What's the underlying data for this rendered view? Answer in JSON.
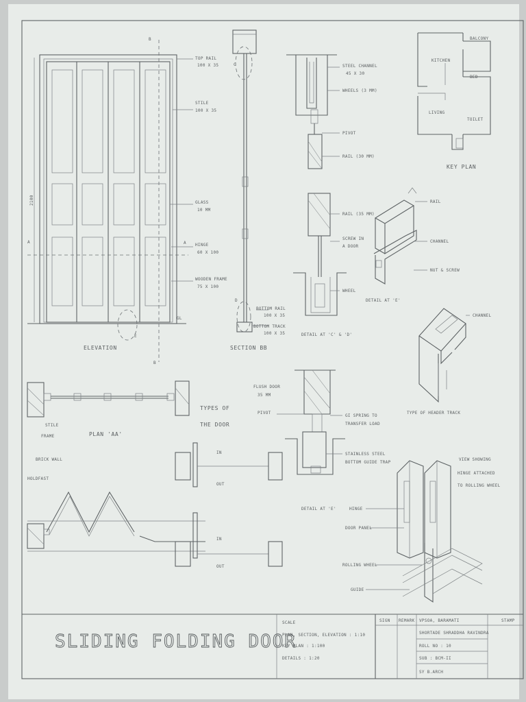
{
  "sheet": {
    "title": "SLIDING FOLDING DOOR",
    "scale": {
      "heading": "SCALE",
      "lines": [
        "PLAN, SECTION, ELEVATION : 1:10",
        "KEY PLAN : 1:100",
        "DETAILS : 1:20"
      ]
    },
    "titleblock": {
      "sign": "SIGN",
      "remark": "REMARK",
      "college": "VPSOA, BARAMATI",
      "stamp": "STAMP",
      "student": "SHORTADE SHRADDHA RAVINDRA",
      "roll": "ROLL NO : 10",
      "subject": "SUB : BCM-II",
      "class": "SY B.ARCH"
    }
  },
  "elevation": {
    "caption": "ELEVATION",
    "height_dim": "2100",
    "gl": "GL",
    "markers": {
      "b_top": "B",
      "b_bottom": "B",
      "a_left": "A",
      "a_right": "A",
      "e": "E"
    },
    "labels": [
      "TOP RAIL",
      "100 X 35",
      "STILE",
      "100 X 35",
      "GLASS",
      "10 MM",
      "HINGE",
      "60 X 100",
      "WOODEN FRAME",
      "75 X 100"
    ]
  },
  "section_bb": {
    "caption": "SECTION BB",
    "markers": {
      "c": "C",
      "d": "D"
    },
    "labels": [
      "BOTTOM RAIL",
      "100 X 35",
      "BOTTOM TRACK",
      "100 X 35"
    ]
  },
  "detail_cd": {
    "caption": "DETAIL AT 'C' & 'D'",
    "labels": [
      "STEEL CHANNEL",
      "45 X 30",
      "WHEELS (3 MM)",
      "PIVOT",
      "RAIL (30 MM)",
      "RAIL (35 MM)",
      "SCREW IN",
      "A DOOR",
      "WHEEL"
    ]
  },
  "detail_e_iso": {
    "caption": "DETAIL AT 'E'",
    "labels": [
      "RAIL",
      "CHANNEL",
      "NUT & SCREW"
    ]
  },
  "key_plan": {
    "caption": "KEY PLAN",
    "rooms": [
      "BALCONY",
      "KITCHEN",
      "BED",
      "LIVING",
      "TOILET"
    ]
  },
  "header_track": {
    "caption": "TYPE OF HEADER TRACK",
    "labels": [
      "CHANNEL"
    ]
  },
  "plan_aa": {
    "caption": "PLAN 'AA'",
    "labels": [
      "STILE",
      "FRAME",
      "BRICK WALL",
      "HOLDFAST"
    ]
  },
  "types": {
    "caption_lines": [
      "TYPES OF",
      "THE DOOR"
    ],
    "labels": [
      "IN",
      "OUT",
      "IN",
      "OUT"
    ]
  },
  "detail_e": {
    "caption": "DETAIL AT 'E'",
    "labels": [
      "FLUSH DOOR",
      "35 MM",
      "PIVOT",
      "GI SPRING TO",
      "TRANSFER LOAD",
      "STAINLESS STEEL",
      "BOTTOM GUIDE TRAP"
    ]
  },
  "hinge_view": {
    "caption_lines": [
      "VIEW SHOWING",
      "HINGE ATTACHED",
      "TO ROLLING WHEEL"
    ],
    "labels": [
      "HINGE",
      "DOOR PANEL",
      "ROLLING WHEEL",
      "GUIDE"
    ]
  }
}
